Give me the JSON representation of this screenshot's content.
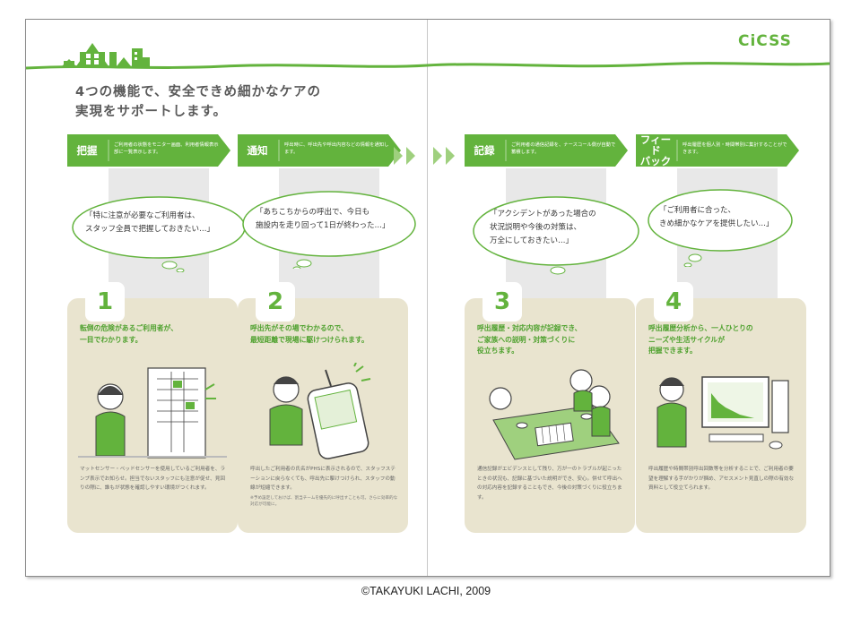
{
  "brand": {
    "logo": "CiCSS",
    "accent": "#63b33d",
    "card_bg": "#e9e4cf"
  },
  "title_lines": [
    "4つの機能で、安全できめ細かなケアの",
    "実現をサポートします。"
  ],
  "steps": [
    {
      "tag": "把握",
      "tag_desc": "ご利用者の状態をモニター画面、利用者情報表示部に一覧表示します。",
      "bubble": "「特に注意が必要なご利用者は、\nスタッフ全員で把握しておきたい…」",
      "number": "1",
      "benefit": "転倒の危険があるご利用者が、\n一目でわかります。",
      "illustration": "staff-and-monitor-panel",
      "desc": "マットセンサー・ベッドセンサーを使用しているご利用者を、ランプ表示でお知らせ。担当でないスタッフにも注意が促せ、見回りの際に、誰もが状態を確認しやすい環境がつくれます。",
      "note": ""
    },
    {
      "tag": "通知",
      "tag_desc": "呼出時に、呼出先や呼出内容などの情報を通知します。",
      "bubble": "「あちこちからの呼出で、今日も\n施設内を走り回って1日が終わった…」",
      "number": "2",
      "benefit": "呼出先がその場でわかるので、\n最短距離で現場に駆けつけられます。",
      "illustration": "staff-with-phs",
      "desc": "呼出したご利用者の氏名がPHSに表示されるので、スタッフステーションに戻らなくても、呼出先に駆けつけられ、スタッフの動線が短縮できます。",
      "note": "※予め設定しておけば、割当チームを優先的に呼出すことも可。さらに効率的な対応が可能に。"
    },
    {
      "tag": "記録",
      "tag_desc": "ご利用者の通信記録を、ナースコール側が自動で蓄積します。",
      "bubble": "「アクシデントがあった場合の\n状況説明や今後の対策は、\n万全にしておきたい…」",
      "number": "3",
      "benefit": "呼出履歴・対応内容が記録でき、\nご家族への説明・対策づくりに\n役立ちます。",
      "illustration": "family-meeting",
      "desc": "通信記録がエビデンスとして残り、万が一のトラブルが起こったときの状況も、記録に基づいた説明ができ、安心。併せて呼出への対応内容を記録することもでき、今後の対策づくりに役立ちます。",
      "note": ""
    },
    {
      "tag": "フィード\nバック",
      "tag_desc": "呼出履歴を個人別・時間帯別に集計することができます。",
      "bubble": "「ご利用者に合った、\nきめ細かなケアを提供したい…」",
      "number": "4",
      "benefit": "呼出履歴分析から、一人ひとりの\nニーズや生活サイクルが\n把握できます。",
      "illustration": "staff-analyzing-pc",
      "desc": "呼出履歴や時間帯別呼出回数等を分析することで、ご利用者の要望を理解する手がかりが掴め、アセスメント見直しの際の有効な資料として役立てられます。",
      "note": ""
    }
  ],
  "copyright": "©TAKAYUKI LACHI, 2009"
}
